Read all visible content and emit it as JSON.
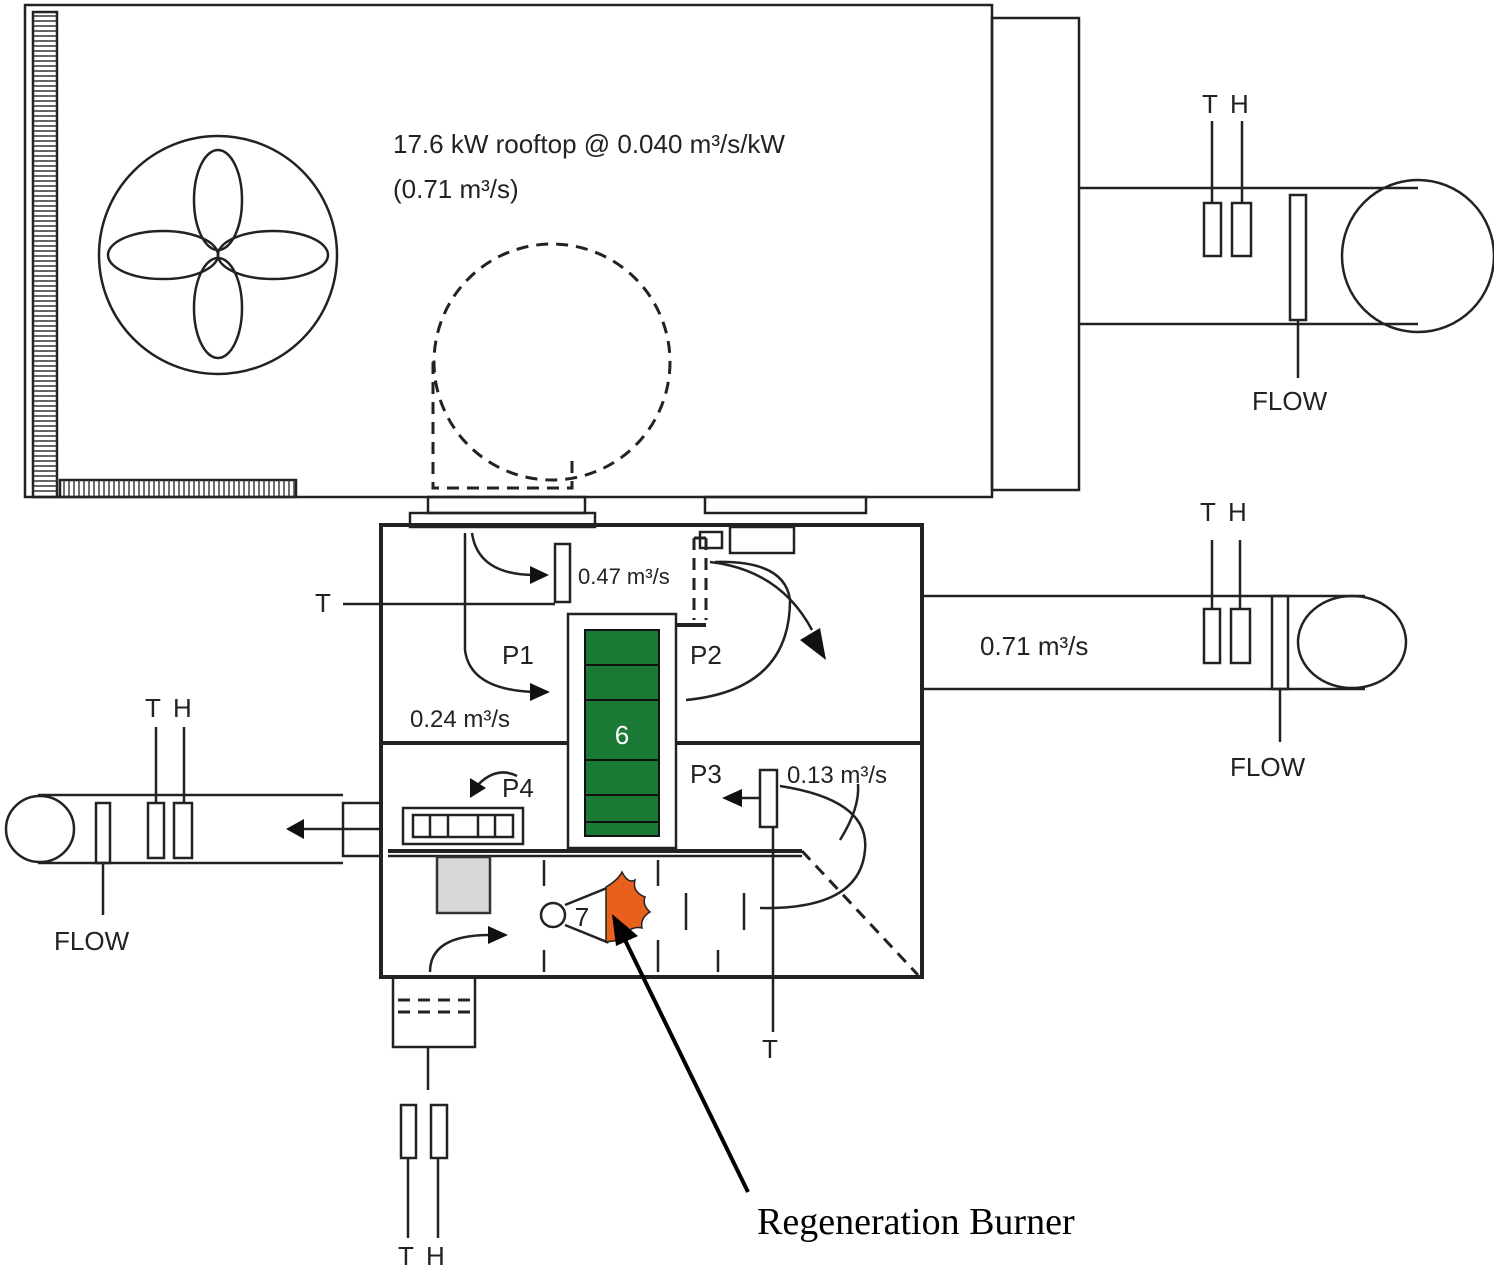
{
  "labels": {
    "rooftop_line1": "17.6 kW rooftop @ 0.040 m³/s/kW",
    "rooftop_line2": "(0.71 m³/s)",
    "flow_047": "0.47 m³/s",
    "flow_024": "0.24 m³/s",
    "flow_013": "0.13 m³/s",
    "flow_071": "0.71 m³/s",
    "p1": "P1",
    "p2": "P2",
    "p3": "P3",
    "p4": "P4",
    "wheel_number": "6",
    "burner_number": "7",
    "sensor_t": "T",
    "sensor_h": "H",
    "flow": "FLOW",
    "burner_callout": "Regeneration Burner"
  },
  "colors": {
    "desiccant_wheel": "#1a7a35",
    "burner_flame": "#e8601c",
    "filter": "#d8d8d8"
  }
}
